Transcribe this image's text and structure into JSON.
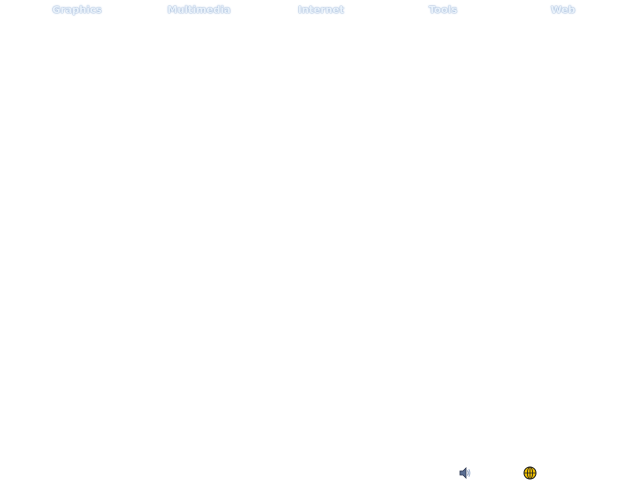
{
  "menu": {
    "items": [
      {
        "label": "Graphics"
      },
      {
        "label": "Multimedia"
      },
      {
        "label": "Internet"
      },
      {
        "label": "Tools"
      },
      {
        "label": "Web"
      }
    ]
  },
  "tray": {
    "icons": [
      "speaker-icon",
      "network-globe-icon"
    ],
    "colors": {
      "network_icon_fill": "#f2c200",
      "network_icon_stroke": "#222222",
      "speaker_icon_fill": "#5b6f93"
    }
  },
  "theme": {
    "background": "#ffffff",
    "menu_text": "#e9f2fb",
    "menu_glow": "#9fb8d8"
  }
}
